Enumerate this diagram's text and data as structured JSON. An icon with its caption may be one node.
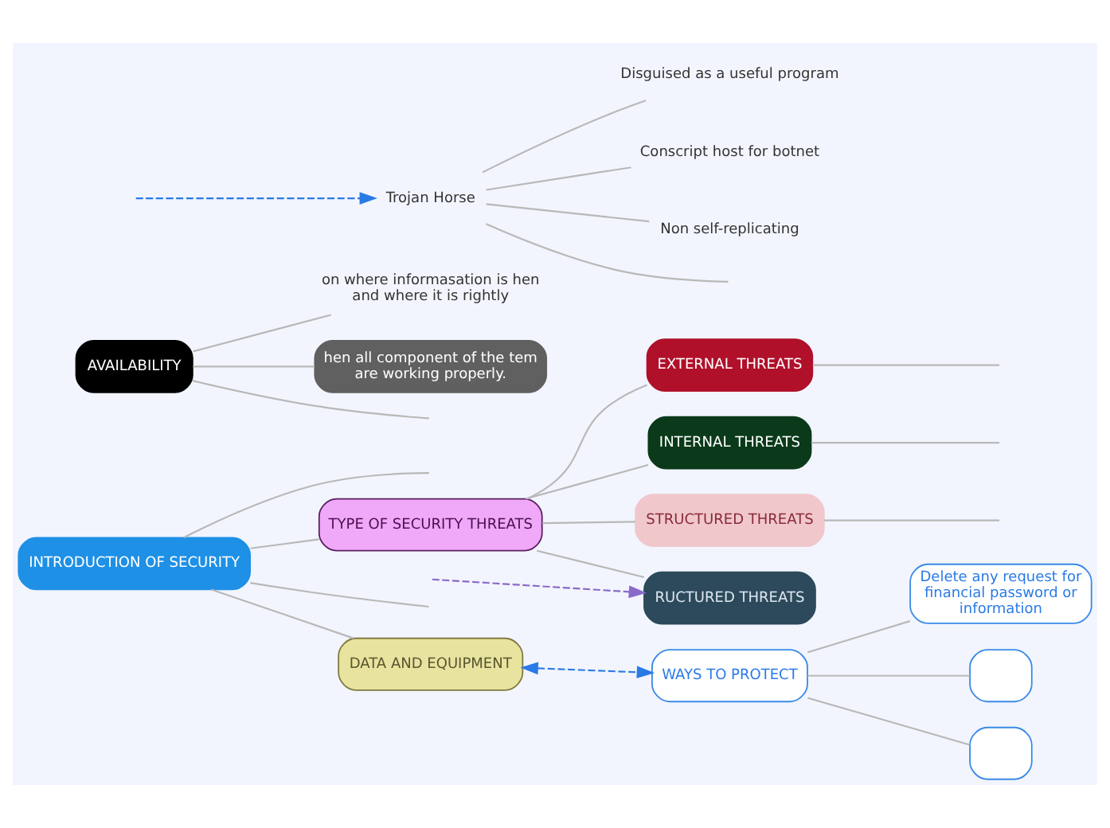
{
  "diagram": {
    "nodes": [
      {
        "text": [
          "INTRODUCTION OF SECURITY"
        ]
      },
      {
        "text": [
          "TYPE OF SECURITY THREATS"
        ]
      },
      {
        "text": [
          "RUCTURED THREATS"
        ]
      },
      {
        "text": [
          "STRUCTURED THREATS"
        ]
      },
      {
        "text": [
          "EXTERNAL THREATS"
        ]
      },
      {
        "text": [
          "INTERNAL THREATS"
        ]
      },
      {
        "text": [
          "DATA AND EQUIPMENT"
        ]
      },
      {
        "text": [
          "WAYS TO PROTECT"
        ]
      },
      {
        "text": [
          "Delete any request for financial password or information"
        ]
      },
      {
        "text": [],
        "shape": "box"
      },
      {
        "text": [],
        "shape": "box"
      },
      {
        "text": [
          "AVAILABILITY"
        ]
      },
      {
        "text": [
          "on where informasation is hen and where it is rightly"
        ]
      },
      {
        "text": [
          "hen all component of the tem are working properly."
        ]
      },
      {
        "text": [
          "Trojan Horse"
        ]
      },
      {
        "text": [
          "Disguised as a useful program"
        ]
      },
      {
        "text": [
          "Conscript host for botnet"
        ]
      },
      {
        "text": [
          "Non self-replicating"
        ]
      }
    ],
    "edges": [
      {
        "from": 0,
        "to": 1,
        "arrow": "none"
      },
      {
        "from": 0,
        "to": 6,
        "arrow": "none"
      },
      {
        "from": 0,
        "to": null,
        "arrow": "none"
      },
      {
        "from": 0,
        "to": null,
        "arrow": "none"
      },
      {
        "from": 1,
        "to": 2,
        "arrow": "none"
      },
      {
        "from": 1,
        "to": 3,
        "arrow": "none"
      },
      {
        "from": 1,
        "to": 4,
        "arrow": "none"
      },
      {
        "from": 1,
        "to": 5,
        "arrow": "none"
      },
      {
        "from": null,
        "to": 2,
        "arrow": "to",
        "style": "dashed",
        "color": "#8a6ac8"
      },
      {
        "from": 3,
        "to": null,
        "arrow": "none"
      },
      {
        "from": 4,
        "to": null,
        "arrow": "none"
      },
      {
        "from": 5,
        "to": null,
        "arrow": "none"
      },
      {
        "from": 6,
        "to": 7,
        "arrow": "both",
        "style": "dashed",
        "color": "#2a7ae6"
      },
      {
        "from": 7,
        "to": 8,
        "arrow": "none"
      },
      {
        "from": 7,
        "to": 9,
        "arrow": "none"
      },
      {
        "from": 7,
        "to": 10,
        "arrow": "none"
      },
      {
        "from": 11,
        "to": null,
        "arrow": "none"
      },
      {
        "from": 11,
        "to": 12,
        "arrow": "none"
      },
      {
        "from": 11,
        "to": 13,
        "arrow": "none"
      },
      {
        "from": 14,
        "to": null,
        "arrow": "none"
      },
      {
        "from": 14,
        "to": 15,
        "arrow": "none"
      },
      {
        "from": 14,
        "to": 16,
        "arrow": "none"
      },
      {
        "from": 14,
        "to": 17,
        "arrow": "none"
      },
      {
        "from": null,
        "to": 14,
        "arrow": "to",
        "style": "dashed",
        "color": "#2a7ae6"
      }
    ]
  }
}
